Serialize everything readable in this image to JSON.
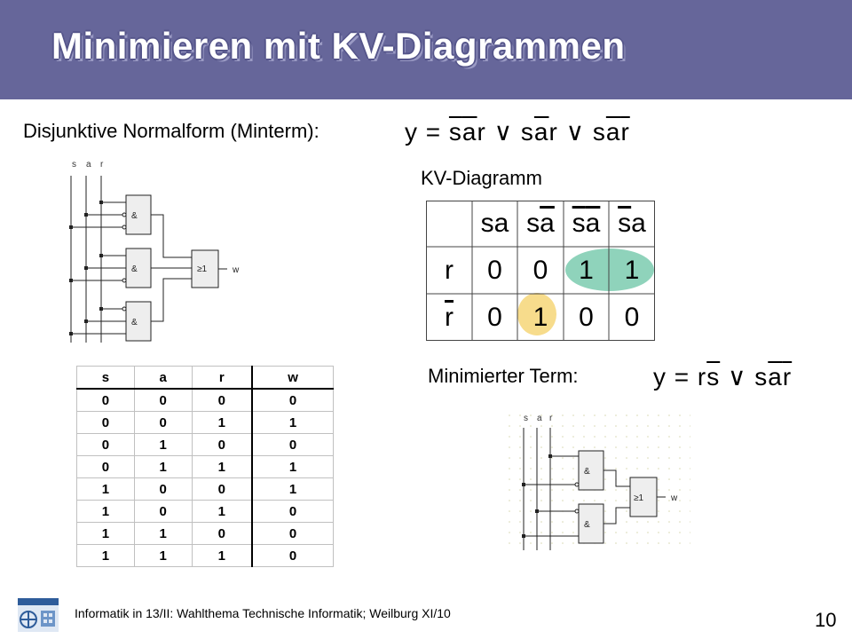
{
  "title": "Minimieren mit KV-Diagrammen",
  "dnf_label": "Disjunktive Normalform (Minterm):",
  "kv_label": "KV-Diagramm",
  "min_label": "Minimierter Term:",
  "kv": {
    "col_headers": [
      "sa",
      "sa",
      "sa",
      "sa"
    ],
    "row_headers": [
      "r",
      "r"
    ],
    "rows": [
      [
        "0",
        "0",
        "1",
        "1"
      ],
      [
        "0",
        "1",
        "0",
        "0"
      ]
    ]
  },
  "truth_table": {
    "headers": [
      "s",
      "a",
      "r",
      "w"
    ],
    "rows": [
      [
        "0",
        "0",
        "0",
        "0"
      ],
      [
        "0",
        "0",
        "1",
        "1"
      ],
      [
        "0",
        "1",
        "0",
        "0"
      ],
      [
        "0",
        "1",
        "1",
        "1"
      ],
      [
        "1",
        "0",
        "0",
        "1"
      ],
      [
        "1",
        "0",
        "1",
        "0"
      ],
      [
        "1",
        "1",
        "0",
        "0"
      ],
      [
        "1",
        "1",
        "1",
        "0"
      ]
    ]
  },
  "circuit1": {
    "inputs": [
      "s",
      "a",
      "r"
    ],
    "gates": [
      "&",
      "&",
      "&"
    ],
    "or_gate": "≥1",
    "output": "w"
  },
  "circuit2": {
    "inputs": [
      "s",
      "a",
      "r"
    ],
    "gates": [
      "&",
      "&"
    ],
    "or_gate": "≥1",
    "output": "w"
  },
  "footer": "Informatik in 13/II: Wahlthema Technische Informatik; Weilburg XI/10",
  "page_number": "10",
  "colors": {
    "header": "#66669a",
    "group_teal": "#8fd3bb",
    "group_yellow": "#f7dc8c"
  }
}
